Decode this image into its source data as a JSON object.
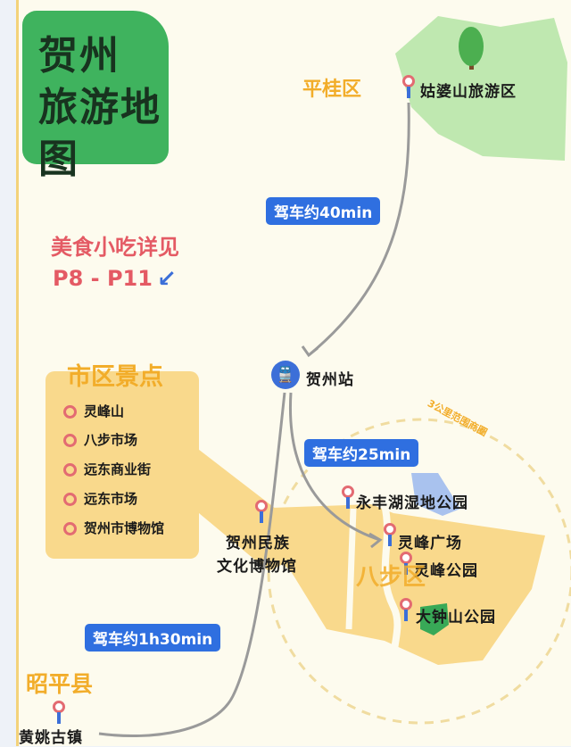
{
  "title": {
    "line1": "贺州",
    "line2": "旅游地图"
  },
  "food_note": {
    "text": "美食小吃详见",
    "pages": "P8 - P11"
  },
  "districts": {
    "pinggui": "平桂区",
    "babu": "八步区",
    "zhaoping": "昭平县"
  },
  "range_label": "3公里范围商圈",
  "city_spots": {
    "heading": "市区景点",
    "items": [
      "灵峰山",
      "八步市场",
      "远东商业街",
      "远东市场",
      "贺州市博物馆"
    ]
  },
  "places": {
    "gupo": "姑婆山旅游区",
    "station": "贺州站",
    "yongfeng": "永丰湖湿地公园",
    "lingfeng_square": "灵峰广场",
    "lingfeng_park": "灵峰公园",
    "dazhong": "大钟山公园",
    "museum_line1": "贺州民族",
    "museum_line2": "文化博物馆",
    "huangyao": "黄姚古镇"
  },
  "drives": {
    "d40": "驾车约40min",
    "d25": "驾车约25min",
    "d130": "驾车约1h30min"
  },
  "colors": {
    "title_green": "#3fb35e",
    "route_blue": "#2f6fe0",
    "district_orange": "#f9d98c",
    "pin_red": "#e36b72"
  }
}
